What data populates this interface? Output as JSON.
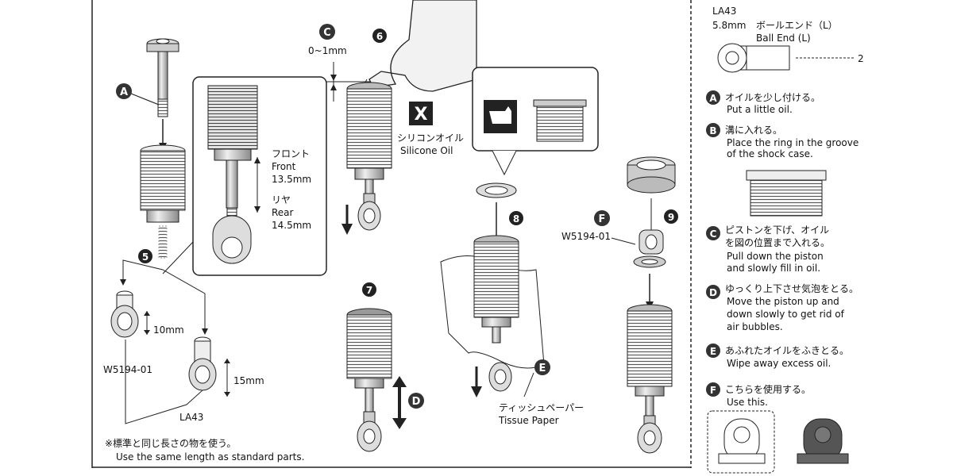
{
  "steps": {
    "s5": "5",
    "s6": "6",
    "s7": "7",
    "s8": "8",
    "s9": "9"
  },
  "markers": {
    "A": "A",
    "B": "B",
    "C": "C",
    "D": "D",
    "E": "E",
    "F": "F"
  },
  "detail_inset": {
    "front_jp": "フロント",
    "front_en": "Front",
    "front_len": "13.5mm",
    "rear_jp": "リヤ",
    "rear_en": "Rear",
    "rear_len": "14.5mm"
  },
  "step5": {
    "dim1": "10mm",
    "dim2": "15mm",
    "part1": "W5194-01",
    "part2": "LA43"
  },
  "footnote": {
    "jp": "※標準と同じ長さの物を使う。",
    "en": "Use the same length as standard parts."
  },
  "step6": {
    "gap": "0~1mm",
    "no_mark": "X",
    "oil_jp": "シリコンオイル",
    "oil_en": "Silicone Oil"
  },
  "step8": {
    "tissue_jp": "ティッシュペーパー",
    "tissue_en": "Tissue Paper"
  },
  "step9": {
    "part": "W5194-01"
  },
  "sidebar": {
    "part_code": "LA43",
    "size": "5.8mm",
    "name_jp": "ボールエンド（L）",
    "name_en": "Ball End (L)",
    "qty": "2",
    "notes": [
      {
        "jp": "オイルを少し付ける。",
        "en1": "Put a little oil.",
        "en2": "",
        "en3": ""
      },
      {
        "jp": "溝に入れる。",
        "en1": "Place the ring in the groove",
        "en2": "of the shock case.",
        "en3": ""
      },
      {
        "jp1": "ピストンを下げ、オイル",
        "jp2": "を図の位置まで入れる。",
        "en1": "Pull down the piston",
        "en2": "and slowly fill in oil."
      },
      {
        "jp": "ゆっくり上下させ気泡をとる。",
        "en1": "Move the piston up and",
        "en2": "down slowly to get rid of",
        "en3": "air bubbles."
      },
      {
        "jp": "あふれたオイルをふきとる。",
        "en1": "Wipe away excess oil."
      },
      {
        "jp": "こちらを使用する。",
        "en1": "Use this."
      }
    ]
  }
}
